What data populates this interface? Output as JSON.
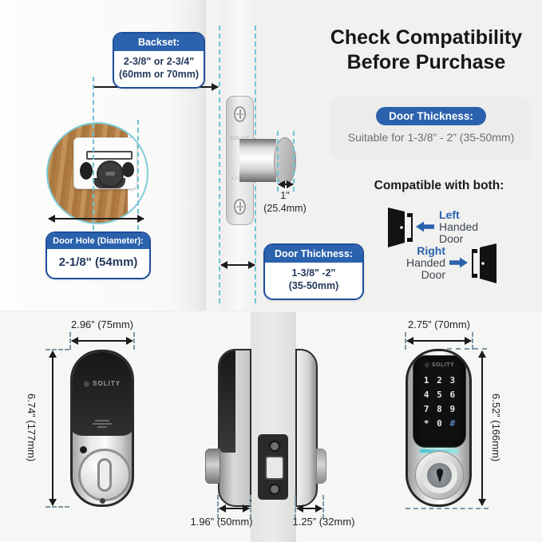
{
  "brand": "SOLITY",
  "heading": {
    "line1": "Check Compatibility",
    "line2": "Before Purchase"
  },
  "backset_badge": {
    "label": "Backset:",
    "value_line1": "2-3/8\" or 2-3/4\"",
    "value_line2": "(60mm or 70mm)"
  },
  "door_hole_badge": {
    "label": "Door Hole (Diameter):",
    "value": "2-1/8\" (54mm)"
  },
  "door_thickness_badge": {
    "label": "Door Thickness:",
    "value_line1": "1-3/8\" -2\"",
    "value_line2": "(35-50mm)"
  },
  "bolt_dim": {
    "line1": "1\"",
    "line2": "(25.4mm)"
  },
  "thickness_card": {
    "pill_label": "Door Thickness:",
    "text": "Suitable for 1-3/8” - 2” (35-50mm)"
  },
  "compatibility": {
    "heading": "Compatible with both:",
    "left_door": {
      "line1": "Left",
      "line2": "Handed",
      "line3": "Door"
    },
    "right_door": {
      "line1": "Right",
      "line2": "Handed",
      "line3": "Door"
    }
  },
  "front_view": {
    "width_label": "2.96” (75mm)",
    "height_label": "6.74” (177mm)"
  },
  "side_view": {
    "interior_depth_label": "1.96” (50mm)",
    "exterior_depth_label": "1.25” (32mm)"
  },
  "keypad_view": {
    "width_label": "2.75” (70mm)",
    "height_label": "6.52” (166mm)",
    "keys": [
      "1",
      "2",
      "3",
      "4",
      "5",
      "6",
      "7",
      "8",
      "9",
      "*",
      "0",
      "#"
    ]
  },
  "icons": {
    "brand_mark": "◎"
  },
  "colors": {
    "accent_blue": "#2b62ad",
    "badge_border": "#1d4e9b",
    "dashed_teal": "#6cc3d5",
    "wood": "#b9854e"
  }
}
